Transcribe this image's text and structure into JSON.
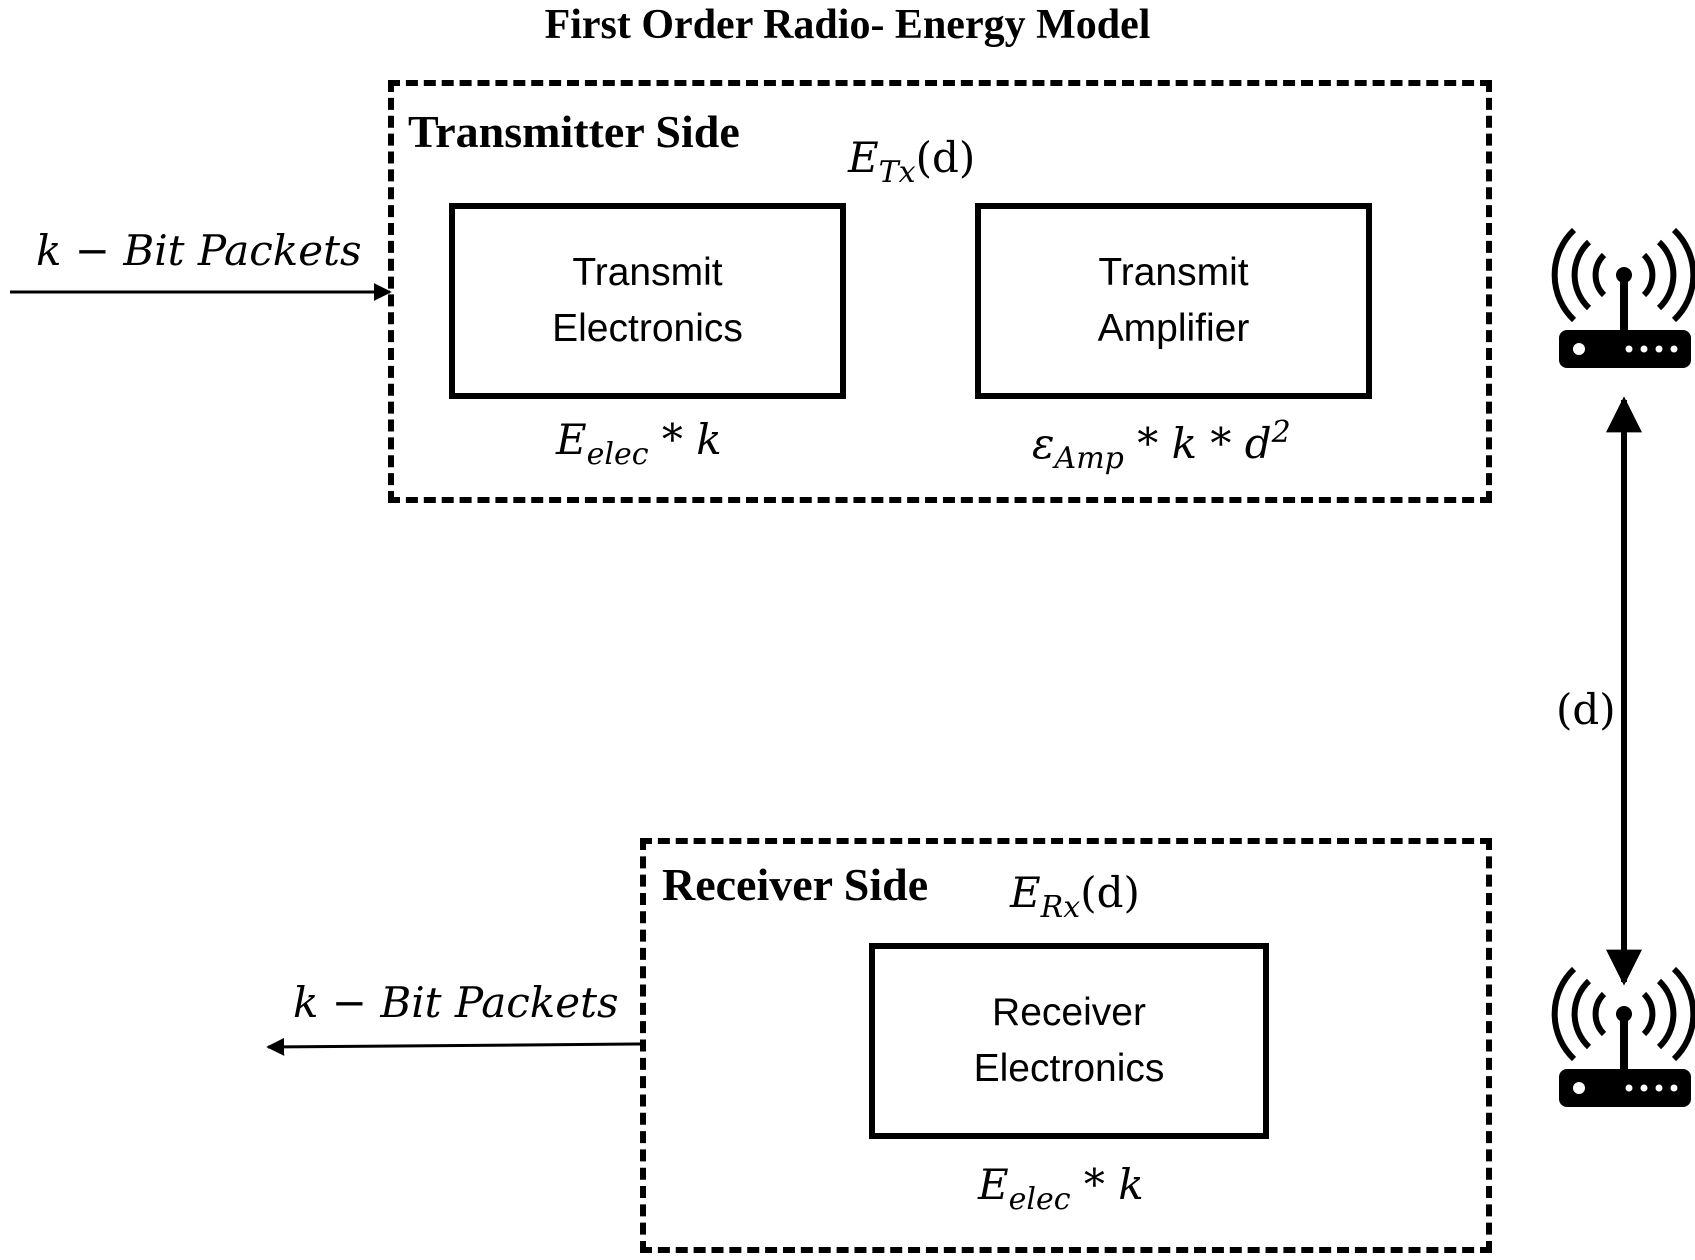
{
  "title": "First Order Radio- Energy  Model",
  "transmitter": {
    "label": "Transmitter Side",
    "energy_main": "E",
    "energy_sub": "Tx",
    "energy_arg": "(d)",
    "input_label": "k − Bit Packets",
    "electronics": {
      "line1": "Transmit",
      "line2": "Electronics",
      "eq_main": "E",
      "eq_sub": "elec",
      "eq_rest": " * k"
    },
    "amplifier": {
      "line1": "Transmit",
      "line2": "Amplifier",
      "eq_main": "ε",
      "eq_sub": "Amp",
      "eq_rest": " * k  *  d",
      "eq_sup": "2"
    }
  },
  "receiver": {
    "label": "Receiver Side",
    "energy_main": "E",
    "energy_sub": "Rx",
    "energy_arg": "(d)",
    "output_label": "k − Bit Packets",
    "electronics": {
      "line1": "Receiver",
      "line2": "Electronics",
      "eq_main": "E",
      "eq_sub": "elec",
      "eq_rest": " * k"
    }
  },
  "distance_label": "(d)",
  "icons": {
    "top_node": "wireless-router-icon",
    "bottom_node": "wireless-router-icon"
  },
  "colors": {
    "stroke": "#000000",
    "background": "#ffffff"
  }
}
